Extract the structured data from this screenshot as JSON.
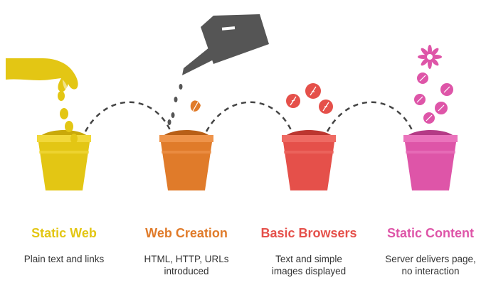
{
  "stages": [
    {
      "title": "Static Web",
      "desc_lines": [
        "Plain text and links"
      ],
      "color": "#E3C614",
      "rim": "#F1D83A",
      "soil": "#C9A90A"
    },
    {
      "title": "Web Creation",
      "desc_lines": [
        "HTML, HTTP, URLs",
        "introduced"
      ],
      "color": "#E07B2A",
      "rim": "#EE934A",
      "soil": "#B85F17"
    },
    {
      "title": "Basic Browsers",
      "desc_lines": [
        "Text and simple",
        "images displayed"
      ],
      "color": "#E5504A",
      "rim": "#EE6A63",
      "soil": "#BC3630"
    },
    {
      "title": "Static Content",
      "desc_lines": [
        "Server delivers page,",
        "no interaction"
      ],
      "color": "#DE55A8",
      "rim": "#EA73BC",
      "soil": "#B43A86"
    }
  ],
  "icons": {
    "hand": "hand-sowing-seeds-icon",
    "watering": "watering-can-icon",
    "sprout": "sprout-icon",
    "flower": "flower-icon"
  },
  "colors": {
    "text": "#333333",
    "dashed": "#444444",
    "can": "#555555"
  }
}
